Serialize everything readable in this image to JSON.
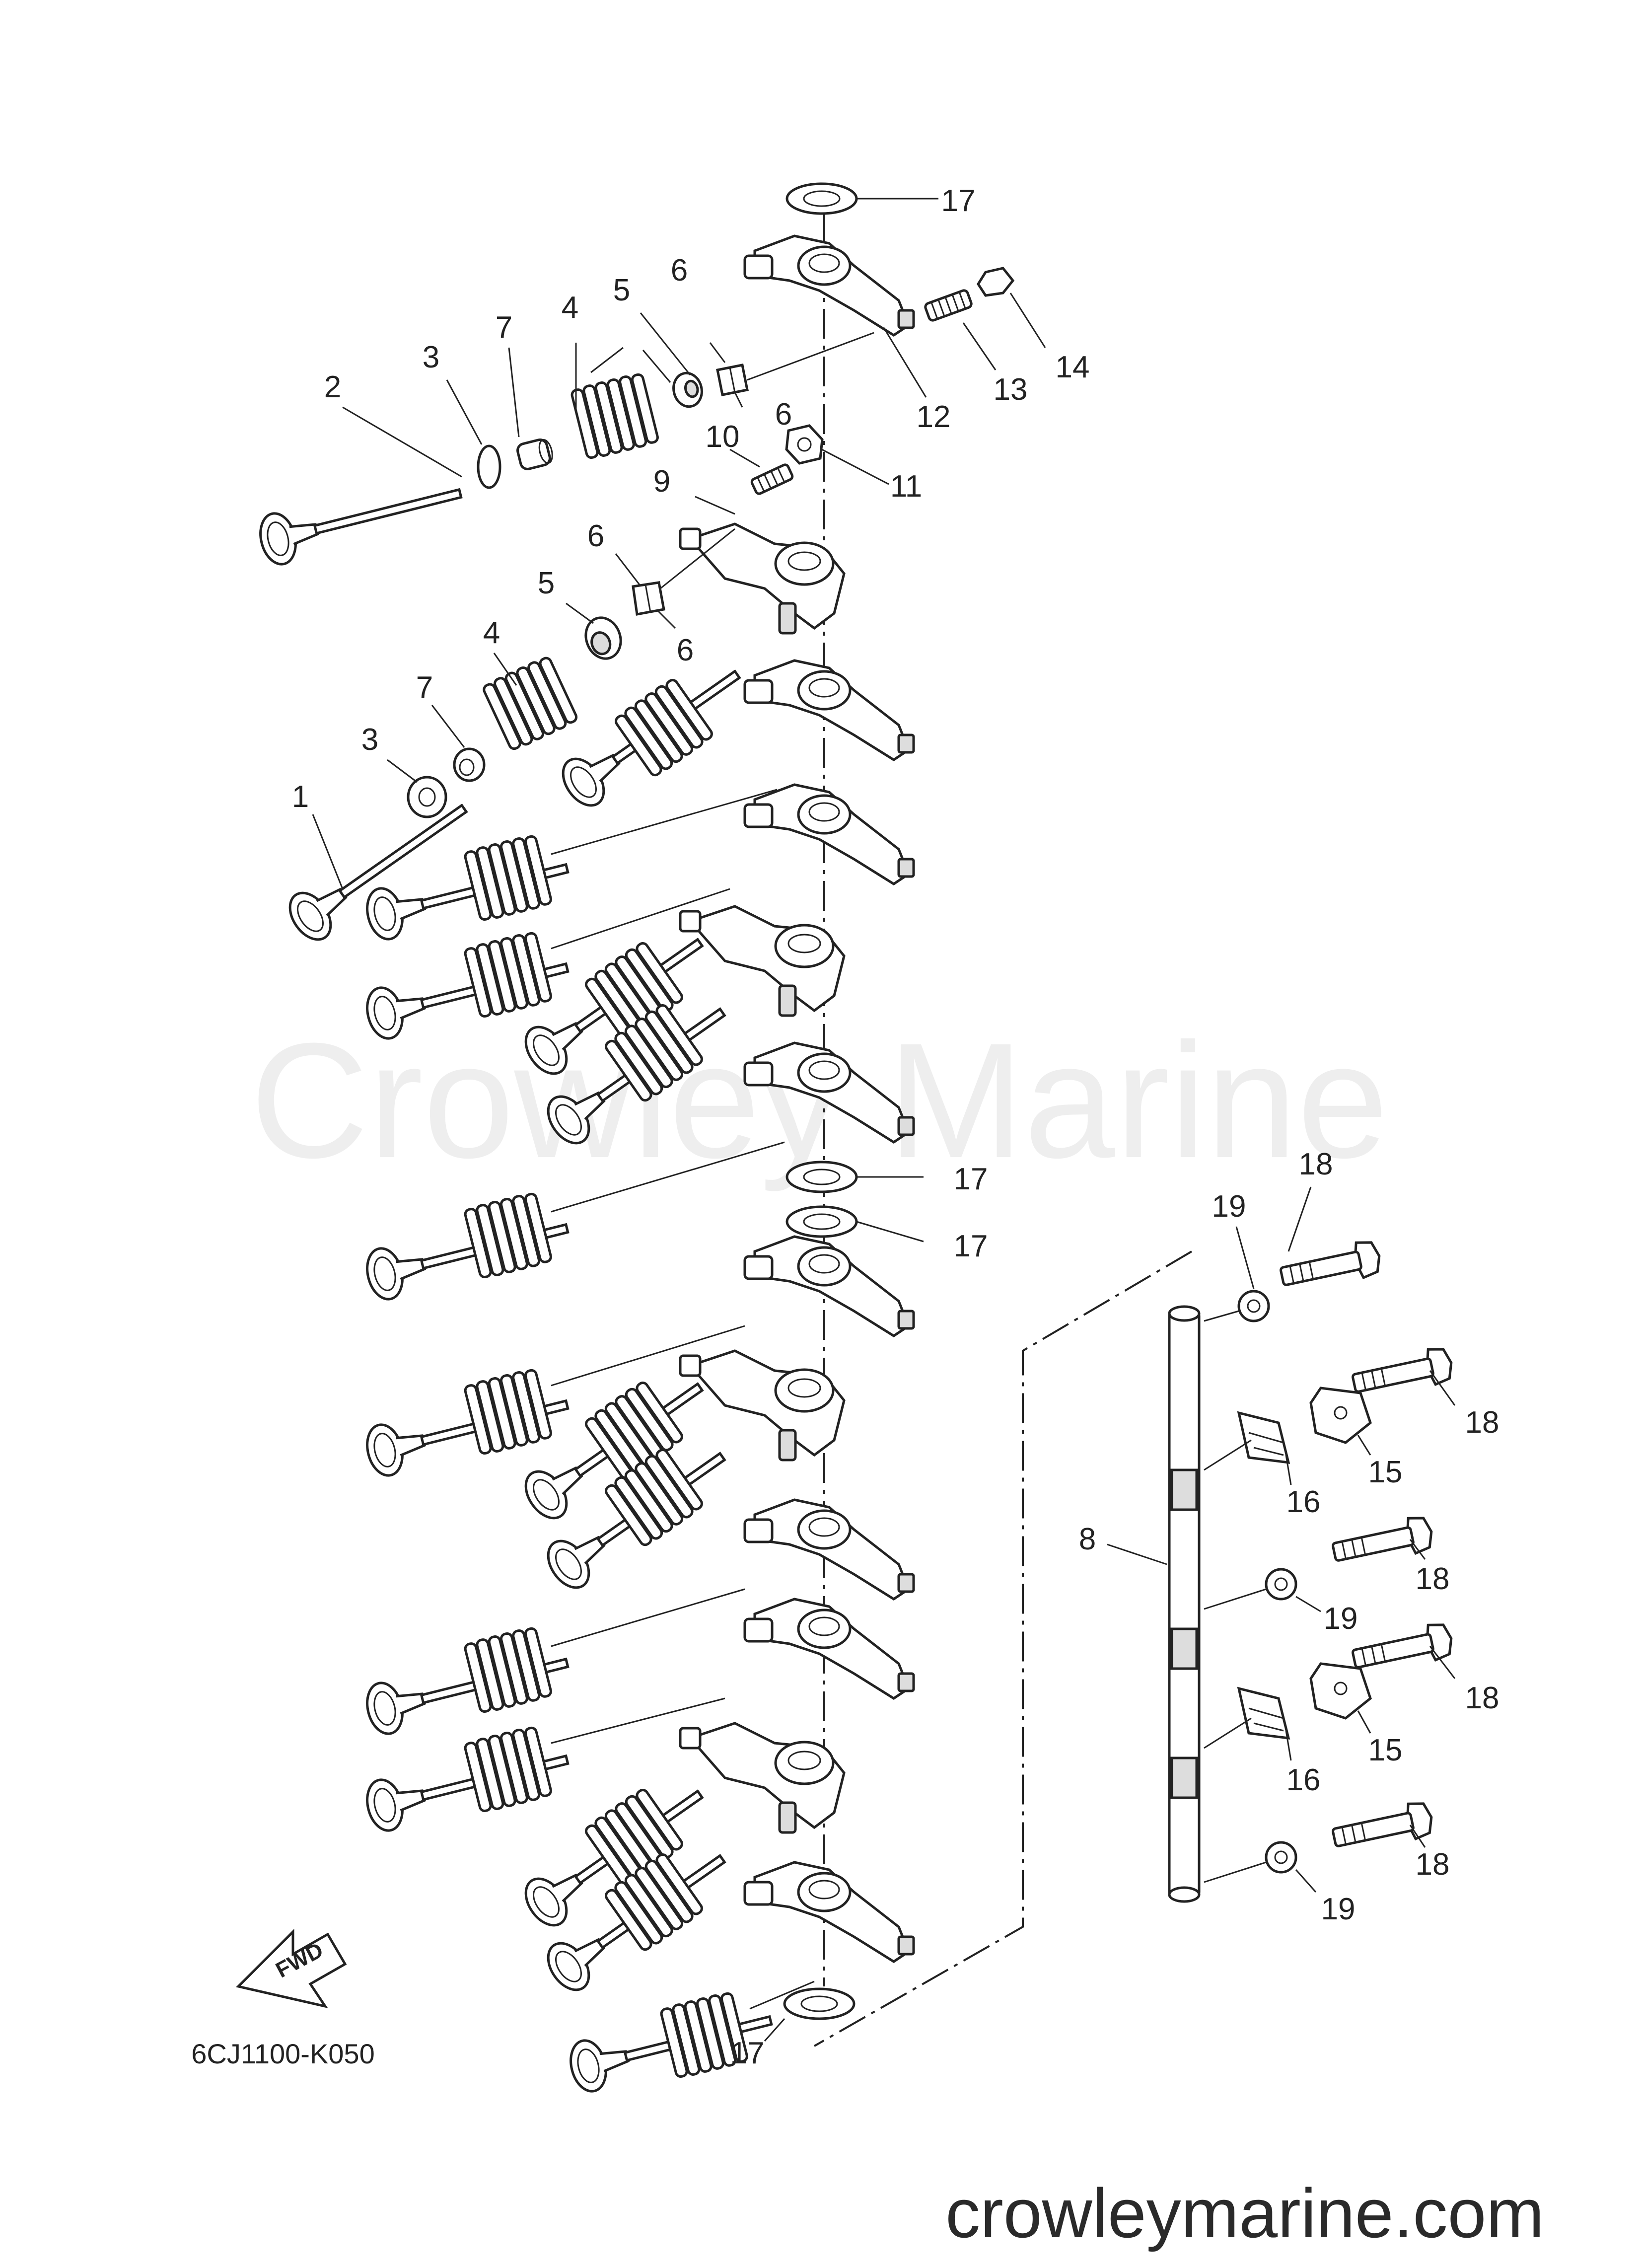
{
  "watermark": "Crowley Marine",
  "website": "crowleymarine.com",
  "diagram_code": "6CJ1100-K050",
  "fwd_label": "FWD",
  "callouts": {
    "c1": "1",
    "c2": "2",
    "c3a": "3",
    "c3b": "3",
    "c4a": "4",
    "c4b": "4",
    "c5a": "5",
    "c5b": "5",
    "c6a": "6",
    "c6b": "6",
    "c6c": "6",
    "c6d": "6",
    "c7a": "7",
    "c7b": "7",
    "c8": "8",
    "c9": "9",
    "c10": "10",
    "c11": "11",
    "c12": "12",
    "c13": "13",
    "c14": "14",
    "c15a": "15",
    "c15b": "15",
    "c16a": "16",
    "c16b": "16",
    "c17a": "17",
    "c17b": "17",
    "c17c": "17",
    "c17d": "17",
    "c18a": "18",
    "c18b": "18",
    "c18c": "18",
    "c18d": "18",
    "c18e": "18",
    "c19a": "19",
    "c19b": "19",
    "c19c": "19"
  }
}
